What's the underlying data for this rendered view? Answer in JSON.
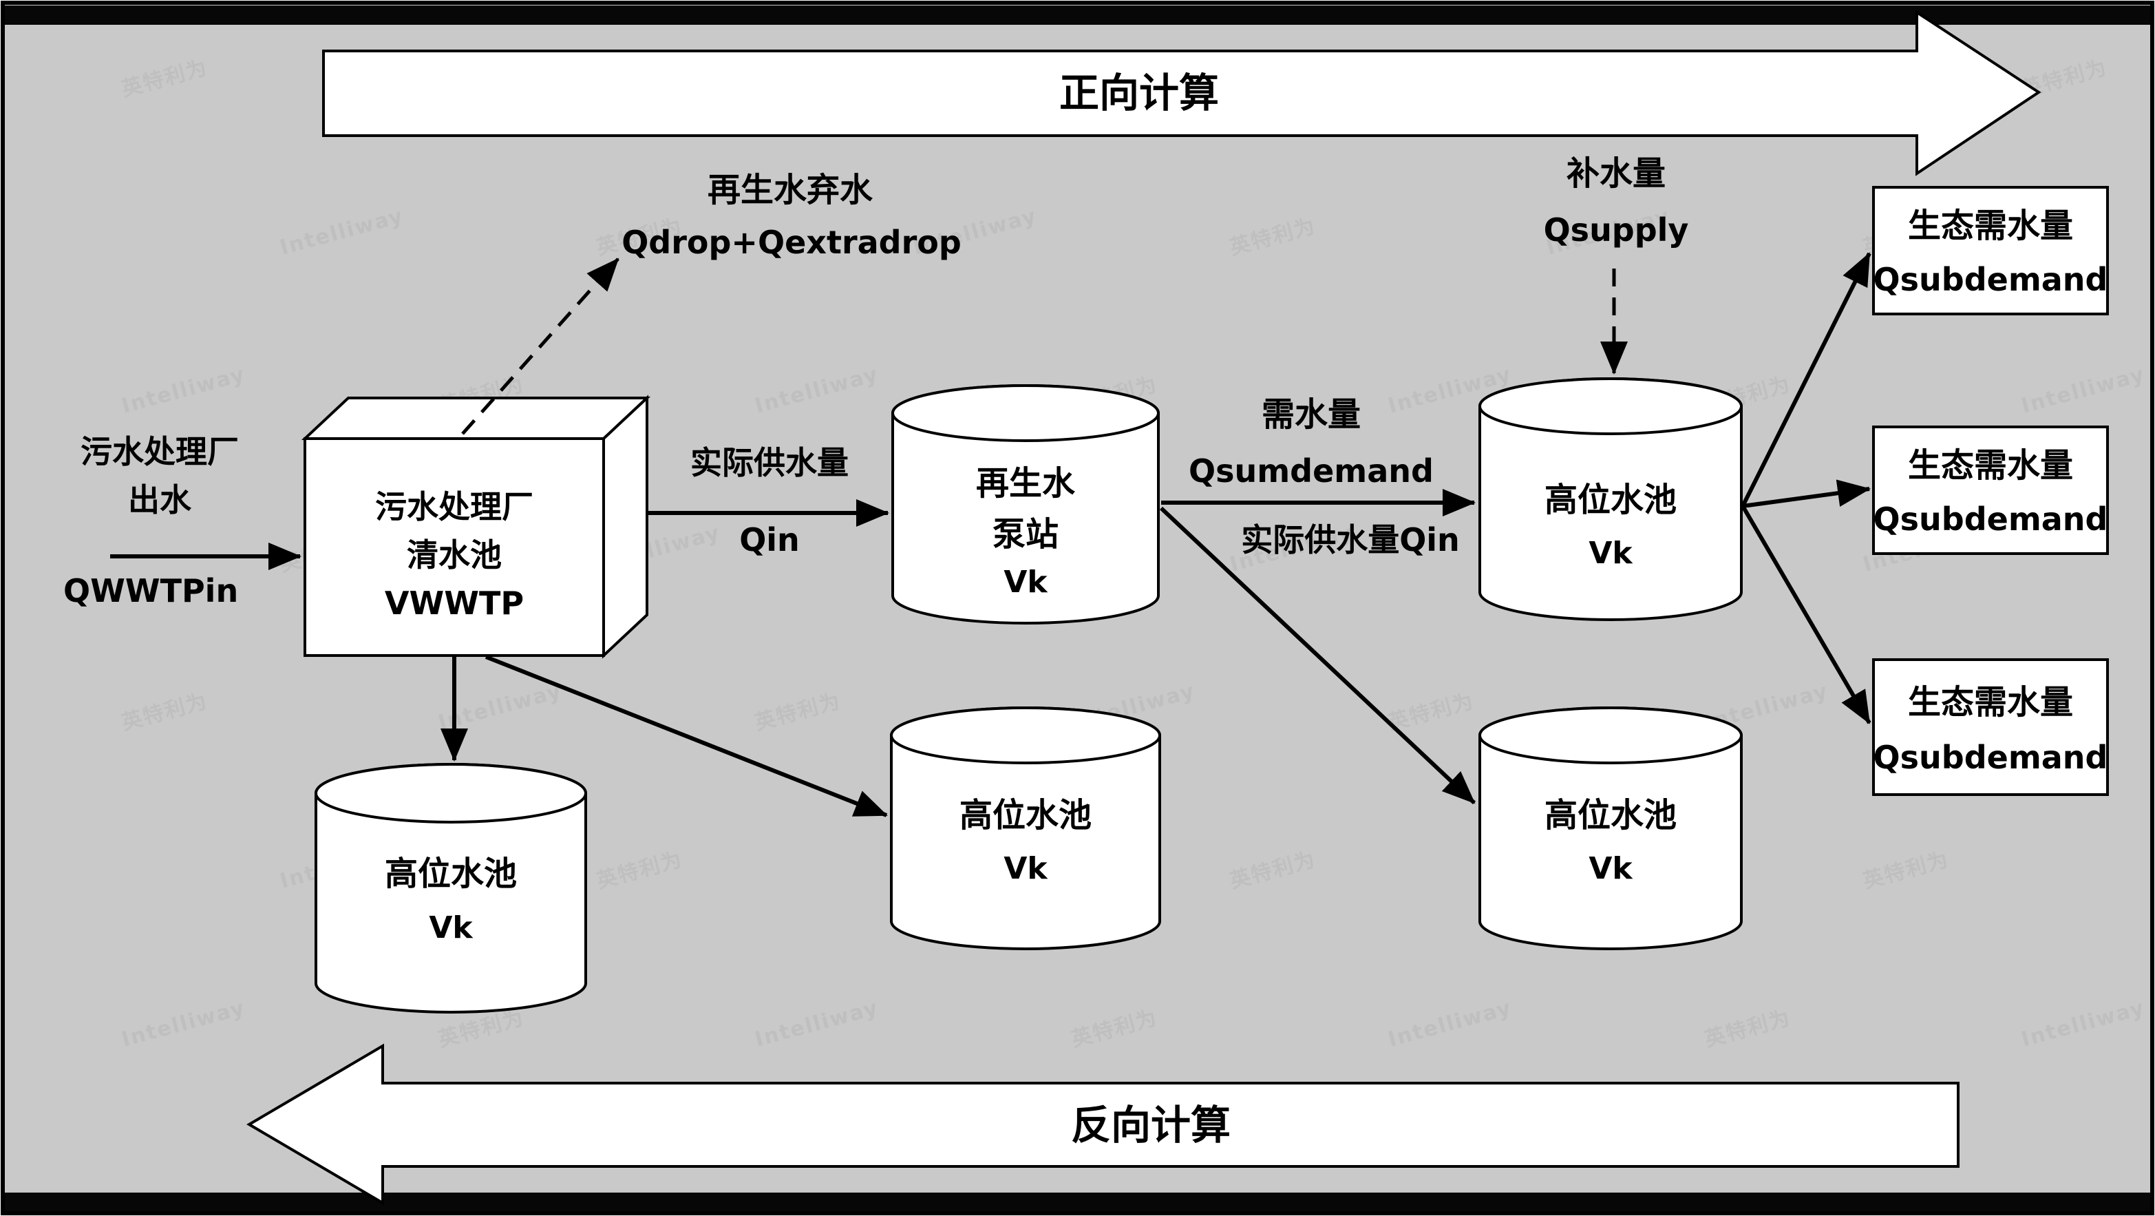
{
  "colors": {
    "background": "#c9c9c9",
    "shape_fill": "#ffffff",
    "line": "#000000",
    "watermark": "#b7b7b7"
  },
  "banners": {
    "forward_label": "正向计算",
    "backward_label": "反向计算"
  },
  "inflow": {
    "line1": "污水处理厂",
    "line2": "出水",
    "var": "QWWTPin"
  },
  "wwtp_box": {
    "line1": "污水处理厂",
    "line2": "清水池",
    "line3": "VWWTP"
  },
  "drop": {
    "line1": "再生水弃水",
    "line2": "Qdrop+Qextradrop"
  },
  "qin": {
    "line1": "实际供水量",
    "line2": "Qin"
  },
  "demand": {
    "line1": "需水量",
    "line2": "Qsumdemand",
    "line3": "实际供水量Qin"
  },
  "supply": {
    "line1": "补水量",
    "line2": "Qsupply"
  },
  "pump_station": {
    "line1": "再生水",
    "line2": "泵站",
    "line3": "Vk"
  },
  "tanks": {
    "main": {
      "line1": "高位水池",
      "line2": "Vk"
    },
    "bottom_left": {
      "line1": "高位水池",
      "line2": "Vk"
    },
    "bottom_middle": {
      "line1": "高位水池",
      "line2": "Vk"
    },
    "bottom_right": {
      "line1": "高位水池",
      "line2": "Vk"
    }
  },
  "eco_demands": [
    {
      "line1": "生态需水量",
      "line2": "Qsubdemand"
    },
    {
      "line1": "生态需水量",
      "line2": "Qsubdemand"
    },
    {
      "line1": "生态需水量",
      "line2": "Qsubdemand"
    }
  ],
  "watermark": {
    "latin": "Intelliway",
    "cjk": "英特利为"
  }
}
